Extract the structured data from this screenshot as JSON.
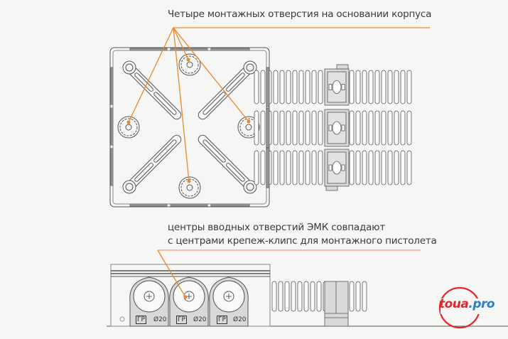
{
  "annotations": {
    "top_caption": "Четыре монтажных отверстия на основании корпуса",
    "bottom_caption_line1": "центры вводных отверстий ЭМК совпадают",
    "bottom_caption_line2": "с центрами крепеж-клипс для монтажного пистолета"
  },
  "clip_labels": [
    {
      "mark": "ГР",
      "diameter": "Ø20"
    },
    {
      "mark": "ГР",
      "diameter": "Ø20"
    },
    {
      "mark": "ГР",
      "diameter": "Ø20"
    }
  ],
  "logo": {
    "text_main": "toua",
    "text_domain": ".pro",
    "red": "#e2262b",
    "blue": "#2a7fc9"
  },
  "colors": {
    "leader": "#e8892c",
    "leader_light": "#ef9c7c",
    "outline": "#555555",
    "fill_gray": "#d9d9d9",
    "dark_gray": "#9a9a9a"
  }
}
